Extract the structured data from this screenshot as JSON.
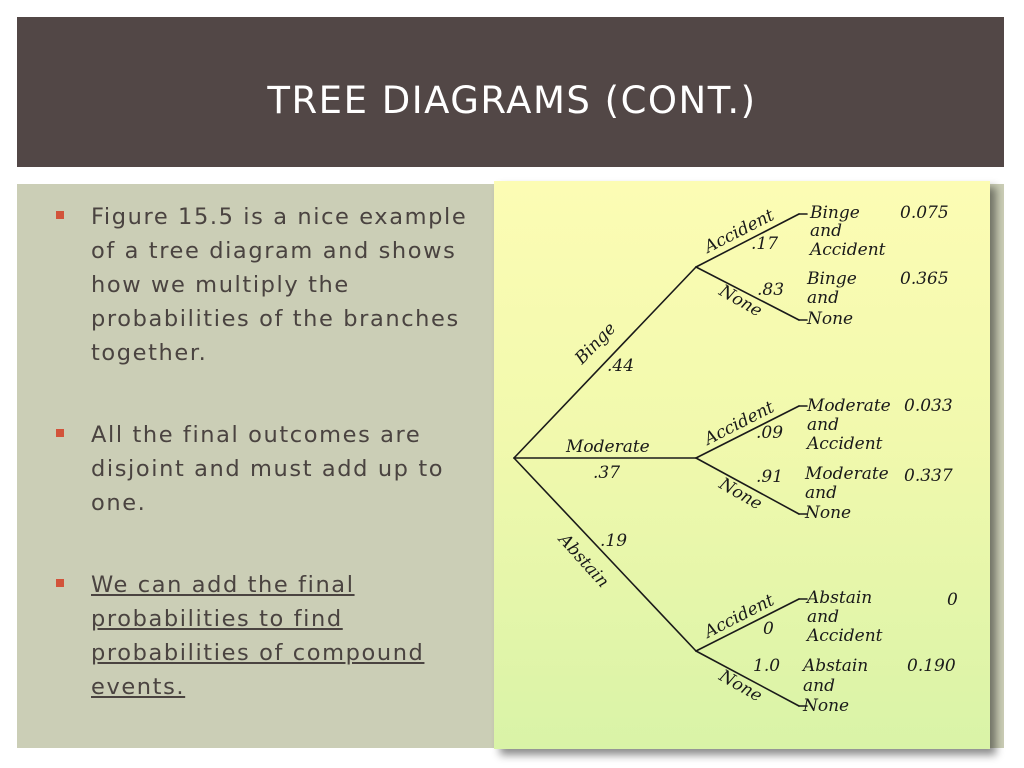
{
  "slide": {
    "title": "TREE DIAGRAMS (CONT.)",
    "bullets": [
      {
        "text": "Figure 15.5 is a nice example of a tree diagram and shows how we multiply the probabilities of the branches together."
      },
      {
        "text": "All the final outcomes are disjoint and must add up to one."
      },
      {
        "text": "We can add the final probabilities to find probabilities of compound events."
      }
    ]
  },
  "colors": {
    "title_bar": "#524746",
    "content_panel": "#cbceb6",
    "bullet_marker": "#d2533a",
    "figure_top": "#fcfcb4",
    "figure_bottom": "#d9f3a7"
  },
  "tree": {
    "first_level": [
      {
        "label": "Binge",
        "prob": ".44"
      },
      {
        "label": "Moderate",
        "prob": ".37"
      },
      {
        "label": "Abstain",
        "prob": ".19"
      }
    ],
    "second_level": [
      {
        "accident_label": "Accident",
        "accident_prob": ".17",
        "none_label": "None",
        "none_prob": ".83"
      },
      {
        "accident_label": "Accident",
        "accident_prob": ".09",
        "none_label": "None",
        "none_prob": ".91"
      },
      {
        "accident_label": "Accident",
        "accident_prob": "0",
        "none_label": "None",
        "none_prob": "1.0"
      }
    ],
    "outcomes": [
      {
        "lines": [
          "Binge",
          "and",
          "Accident"
        ],
        "prob": "0.075"
      },
      {
        "lines": [
          "Binge",
          "and",
          "None"
        ],
        "prob": "0.365"
      },
      {
        "lines": [
          "Moderate",
          "and",
          "Accident"
        ],
        "prob": "0.033"
      },
      {
        "lines": [
          "Moderate",
          "and",
          "None"
        ],
        "prob": "0.337"
      },
      {
        "lines": [
          "Abstain",
          "and",
          "Accident"
        ],
        "prob": "0"
      },
      {
        "lines": [
          "Abstain",
          "and",
          "None"
        ],
        "prob": "0.190"
      }
    ]
  }
}
